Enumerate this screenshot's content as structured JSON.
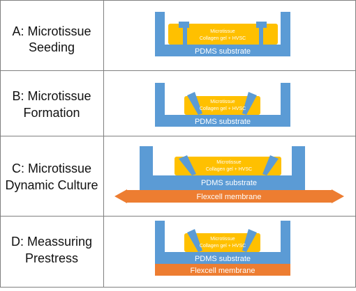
{
  "rows": [
    {
      "label_line1": "A: Microtissue",
      "label_line2": "Seeding",
      "microtissue_line1": "Microtissue",
      "microtissue_line2": "Collagen gel + HVSC",
      "substrate": "PDMS substrate"
    },
    {
      "label_line1": "B: Microtissue",
      "label_line2": "Formation",
      "microtissue_line1": "Microtissue",
      "microtissue_line2": "Collagen gel + HVSC",
      "substrate": "PDMS substrate"
    },
    {
      "label_line1": "C: Microtissue",
      "label_line2": "Dynamic Culture",
      "microtissue_line1": "Microtissue",
      "microtissue_line2": "Collagen gel + HVSC",
      "substrate": "PDMS substrate",
      "membrane": "Flexcell membrane"
    },
    {
      "label_line1": "D: Meassuring",
      "label_line2": "Prestress",
      "microtissue_line1": "Microtissue",
      "microtissue_line2": "Collagen gel + HVSC",
      "substrate": "PDMS substrate",
      "membrane": "Flexcell membrane"
    }
  ],
  "colors": {
    "pdms": "#5b9bd5",
    "microtissue": "#ffc000",
    "membrane": "#ed7d31",
    "border": "#7f7f7f"
  }
}
